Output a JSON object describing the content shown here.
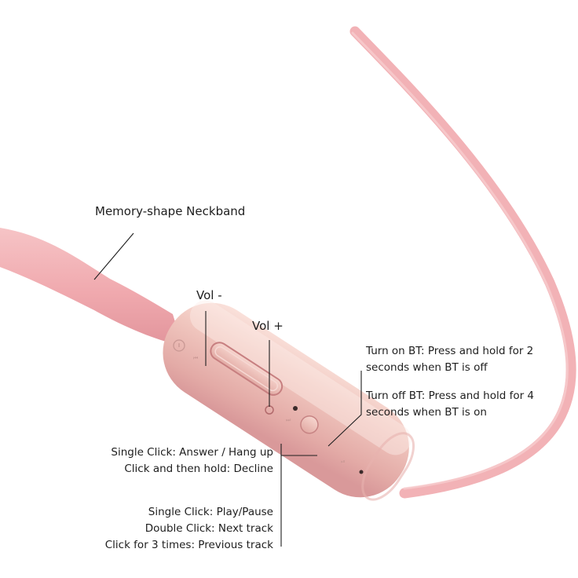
{
  "labels": {
    "neckband": "Memory-shape Neckband",
    "vol_minus": "Vol -",
    "vol_plus": "Vol +",
    "turn_on_line1": "Turn on BT: Press and hold for 2",
    "turn_on_line2": "seconds when BT is off",
    "turn_off_line1": "Turn off BT: Press and hold for 4",
    "turn_off_line2": "seconds when BT is on",
    "call_line1": "Single Click: Answer / Hang up",
    "call_line2": "Click and then hold: Decline",
    "music_line1": "Single Click: Play/Pause",
    "music_line2": "Double Click: Next track",
    "music_line3": "Click for 3 times: Previous track"
  },
  "colors": {
    "cable": "#f2b2b6",
    "housing": "#efc3bd",
    "leader_line": "#1e1e1e",
    "text": "#1e1e1e"
  },
  "icons": [
    "power-icon",
    "play-pause-icon",
    "previous-track-icon",
    "next-track-icon",
    "microphone-hole-icon",
    "led-indicator-icon"
  ]
}
